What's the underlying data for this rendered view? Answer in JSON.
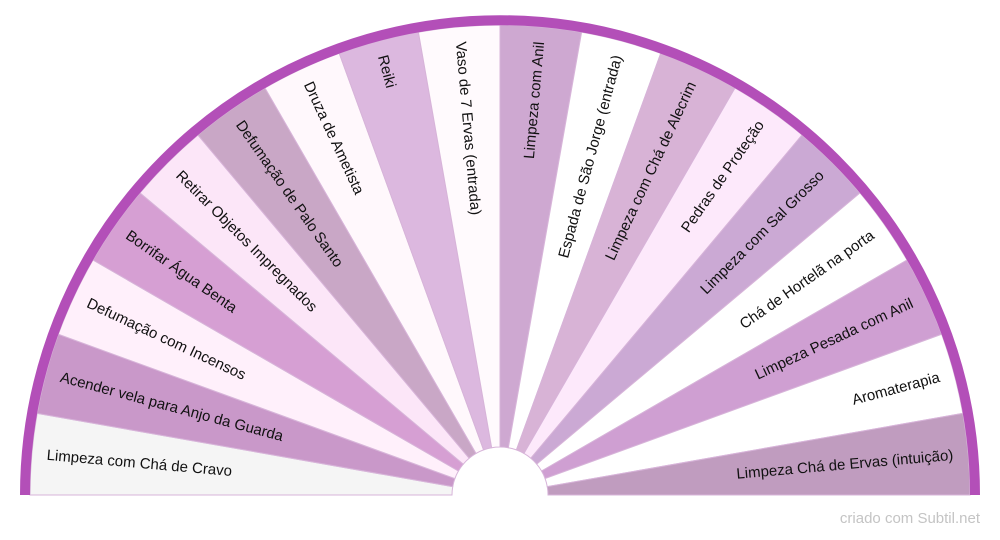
{
  "colors": {
    "border": "#b34fb8",
    "divider": "#d7b4d9",
    "center": "#ffffff",
    "label": "#111111",
    "credit": "#c4c4c4"
  },
  "sectors": [
    {
      "label": "Limpeza com Chá de Cravo",
      "fill": "#f5f5f5"
    },
    {
      "label": "Acender vela para Anjo da Guarda",
      "fill": "#c998c9"
    },
    {
      "label": "Defumação com Incensos",
      "fill": "#fff0fb"
    },
    {
      "label": "Borrifar Água Benta",
      "fill": "#d69fd3"
    },
    {
      "label": "Retirar Objetos Impregnados",
      "fill": "#fce6f8"
    },
    {
      "label": "Defumação de Palo Santo",
      "fill": "#c9a7c6"
    },
    {
      "label": "Druza de Ametista",
      "fill": "#fff8fc"
    },
    {
      "label": "Reiki",
      "fill": "#dcb8df"
    },
    {
      "label": "Vaso de 7 Ervas (entrada)",
      "fill": "#fffafd"
    },
    {
      "label": "Limpeza com Anil",
      "fill": "#cea8d1"
    },
    {
      "label": "Espada de São Jorge (entrada)",
      "fill": "#ffffff"
    },
    {
      "label": "Limpeza com Chá de Alecrim",
      "fill": "#d8b3d6"
    },
    {
      "label": "Pedras de Proteção",
      "fill": "#fde9fb"
    },
    {
      "label": "Limpeza com Sal Grosso",
      "fill": "#cba9d4"
    },
    {
      "label": "Chá de Hortelã na porta",
      "fill": "#ffffff"
    },
    {
      "label": "Limpeza Pesada com Anil",
      "fill": "#cf9fd2"
    },
    {
      "label": "Aromaterapia",
      "fill": "#ffffff"
    },
    {
      "label": "Limpeza Chá de Ervas (intuição)",
      "fill": "#c09cbf"
    }
  ],
  "credit": "criado com Subtil.net"
}
